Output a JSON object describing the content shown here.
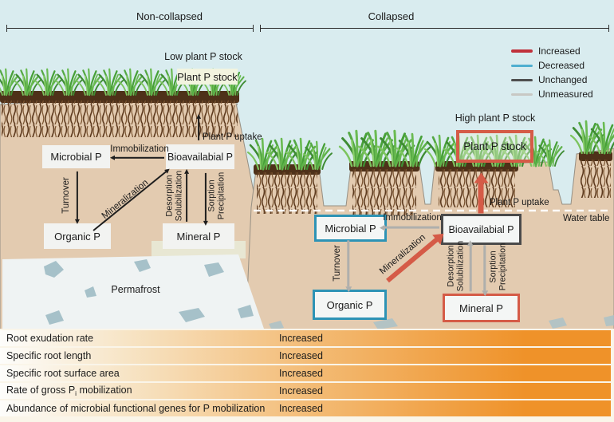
{
  "figure": {
    "sections": {
      "left": "Non-collapsed",
      "right": "Collapsed"
    }
  },
  "legend": {
    "items": [
      {
        "label": "Increased",
        "color": "#C0313B"
      },
      {
        "label": "Decreased",
        "color": "#4FAFD0"
      },
      {
        "label": "Unchanged",
        "color": "#4F4F4F"
      },
      {
        "label": "Unmeasured",
        "color": "#C8C8C4"
      }
    ]
  },
  "left_panel": {
    "plant_stock_note": "Low plant P stock",
    "plant_stock_box": "Plant P stock",
    "plant_uptake": "Plant P uptake",
    "permafrost": "Permafrost",
    "boxes": {
      "microbial": "Microbial P",
      "bioavailable": "Bioavailabial P",
      "organic": "Organic P",
      "mineral": "Mineral P"
    },
    "processes": {
      "immobilization": "Immobilization",
      "mineralization": "Mineralization",
      "turnover": "Turnover",
      "desorption": "Desorption",
      "solubilization": "Solubilization",
      "sorption": "Sorption",
      "precipitation": "Precipitation"
    }
  },
  "right_panel": {
    "plant_stock_note": "High plant P stock",
    "plant_stock_box": "Plant P stock",
    "plant_uptake": "Plant P uptake",
    "water_table": "Water table",
    "boxes": {
      "microbial": "Microbial P",
      "bioavailable": "Bioavailabial P",
      "organic": "Organic P",
      "mineral": "Mineral P"
    },
    "processes": {
      "immobilization": "Immobilization",
      "mineralization": "Mineralization",
      "turnover": "Turnover",
      "desorption": "Desorption",
      "solubilization": "Solubilization",
      "sorption": "Sorption",
      "precipitation": "Precipitation"
    }
  },
  "summary_table": {
    "rows": [
      {
        "label": "Root exudation rate",
        "value": "Increased"
      },
      {
        "label": "Specific root length",
        "value": "Increased"
      },
      {
        "label": "Specific root surface area",
        "value": "Increased"
      },
      {
        "label_prefix": "Rate of gross P",
        "label_sub": "i",
        "label_suffix": " mobilization",
        "value": "Increased"
      },
      {
        "label": "Abundance of microbial functional genes for P mobilization",
        "value": "Increased"
      }
    ]
  },
  "colors": {
    "increased_red": "#C0313B",
    "decreased_blue": "#4FAFD0",
    "unchanged_dark": "#4F4F4F",
    "unmeasured_gray": "#C8C8C4",
    "collapsed_accent_red": "#D55B47",
    "collapsed_accent_blue": "#2D93B5",
    "bar_orange": "#EF9229",
    "sky": "#D9ECEF",
    "soil": "#E3CBB0"
  }
}
